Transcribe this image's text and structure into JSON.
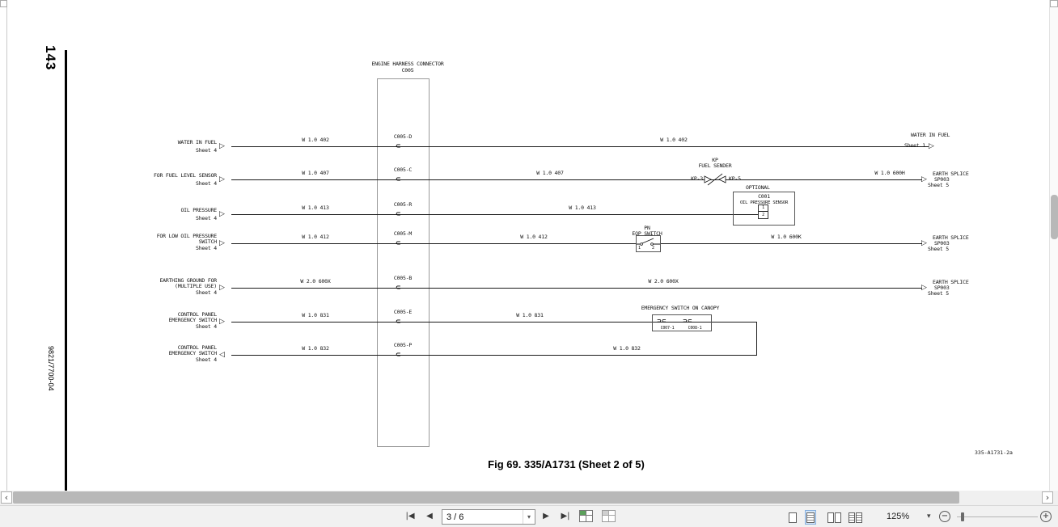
{
  "icons": {
    "first": "|◀",
    "prev": "◀",
    "next": "▶",
    "last": "▶|",
    "chevron_left": "‹",
    "chevron_right": "›",
    "caret_down": "▾",
    "zoom_out": "−",
    "zoom_in": "+",
    "arrow_right": "▷",
    "arrow_left": "◁",
    "pin": "⊂",
    "pin_pair": "⊃⊂"
  },
  "viewer": {
    "nav": {
      "page_field": "3 / 6"
    },
    "zoom": {
      "value": "125%"
    }
  },
  "doc": {
    "margin_page_number": "143",
    "margin_doc_code": "9821/7700-04",
    "connector_title": "ENGINE HARNESS CONNECTOR",
    "connector_code": "C005",
    "caption": "Fig 69. 335/A1731 (Sheet 2 of 5)",
    "drawing_ref": "335-A1731-2a",
    "rows": [
      {
        "left1": "WATER IN FUEL",
        "left_sheet": "Sheet 4",
        "wire1": "W 1.0 402",
        "pin": "C005-D",
        "wire2": "W 1.0 402",
        "right1": "WATER IN FUEL",
        "right_sheet": "Sheet 1"
      },
      {
        "left1": "FOR FUEL LEVEL SENSOR",
        "left_sheet": "Sheet 4",
        "wire1": "W 1.0 407",
        "pin": "C005-C",
        "wire2": "W 1.0 407"
      },
      {
        "left1": "OIL PRESSURE",
        "left_sheet": "Sheet 4",
        "wire1": "W 1.0 413",
        "pin": "C005-R",
        "wire2": "W 1.0 413"
      },
      {
        "left1": "FOR LOW OIL PRESSURE",
        "left2": "SWITCH",
        "left_sheet": "Sheet 4",
        "wire1": "W 1.0 412",
        "pin": "C005-M",
        "wire2": "W 1.0 412"
      },
      {
        "left1": "EARTHING GROUND FOR",
        "left2": "(MULTIPLE USE)",
        "left_sheet": "Sheet 4",
        "wire1": "W 2.0 600X",
        "pin": "C005-B",
        "wire2": "W 2.0 600X"
      },
      {
        "left1": "CONTROL PANEL",
        "left2": "EMERGENCY SWITCH",
        "left_sheet": "Sheet 4",
        "wire1": "W 1.0 831",
        "pin": "C005-E",
        "wire2": "W 1.0 831"
      },
      {
        "left1": "CONTROL PANEL",
        "left2": "EMERGENCY SWITCH",
        "left_sheet": "Sheet 4",
        "wire1": "W 1.0 832",
        "pin": "C005-P",
        "wire2": "W 1.0 832"
      }
    ],
    "fuel_sender": {
      "tag": "KP",
      "name": "FUEL SENDER",
      "term_left": "KP-3",
      "term_right": "KP-5",
      "wire_out": "W 1.0 600H"
    },
    "eop_switch": {
      "tag": "PN",
      "name": "EOP SWITCH",
      "term1": "1",
      "term2": "2",
      "wire_out": "W 1.0 600K"
    },
    "optional_sensor": {
      "label": "OPTIONAL",
      "connector": "C001",
      "name": "OIL PRESSURE SENSOR",
      "term1": "1",
      "term2": "2"
    },
    "canopy_switch": {
      "title": "EMERGENCY SWITCH ON CANOPY",
      "conn_left": "C007-1",
      "conn_right": "C008-1"
    },
    "earth_splice": {
      "name": "EARTH SPLICE",
      "code": "SP003",
      "sheet": "Sheet 5"
    }
  }
}
